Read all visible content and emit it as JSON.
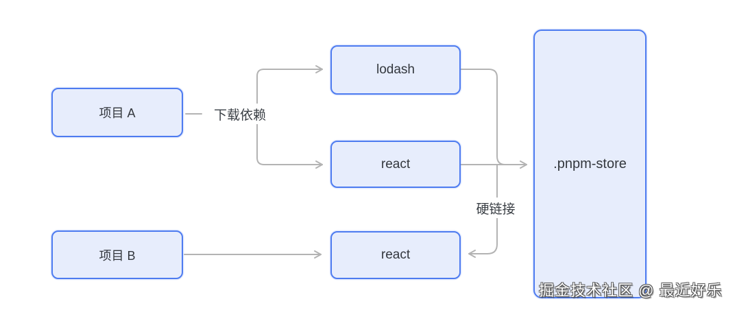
{
  "diagram": {
    "nodes": [
      {
        "id": "project-a",
        "label": "项目 A"
      },
      {
        "id": "project-b",
        "label": "项目 B"
      },
      {
        "id": "lodash",
        "label": "lodash"
      },
      {
        "id": "react-top",
        "label": "react"
      },
      {
        "id": "react-bottom",
        "label": "react"
      },
      {
        "id": "pnpm-store",
        "label": ".pnpm-store"
      }
    ],
    "edge_labels": {
      "download_dependency": "下载依赖",
      "hard_link": "硬链接"
    },
    "edges": [
      {
        "from": "project-a",
        "to": "download_dependency-label",
        "arrow": false
      },
      {
        "from": "download_dependency-label",
        "to": "lodash",
        "arrow": true
      },
      {
        "from": "download_dependency-label",
        "to": "react-top",
        "arrow": true
      },
      {
        "from": "lodash",
        "to": "pnpm-store",
        "arrow": true
      },
      {
        "from": "react-top",
        "to": "pnpm-store",
        "arrow": true
      },
      {
        "from": "pnpm-store",
        "to": "react-bottom",
        "label": "硬链接",
        "arrow": true
      },
      {
        "from": "project-b",
        "to": "react-bottom",
        "arrow": true
      }
    ],
    "watermark": "掘金技术社区 @ 最近好乐",
    "colors": {
      "node_border": "#4d7bf0",
      "node_fill": "#e7edfc",
      "node_text": "#33373d",
      "line": "#b3b3b3",
      "label_text": "#3a3f45",
      "background": "#ffffff"
    }
  }
}
